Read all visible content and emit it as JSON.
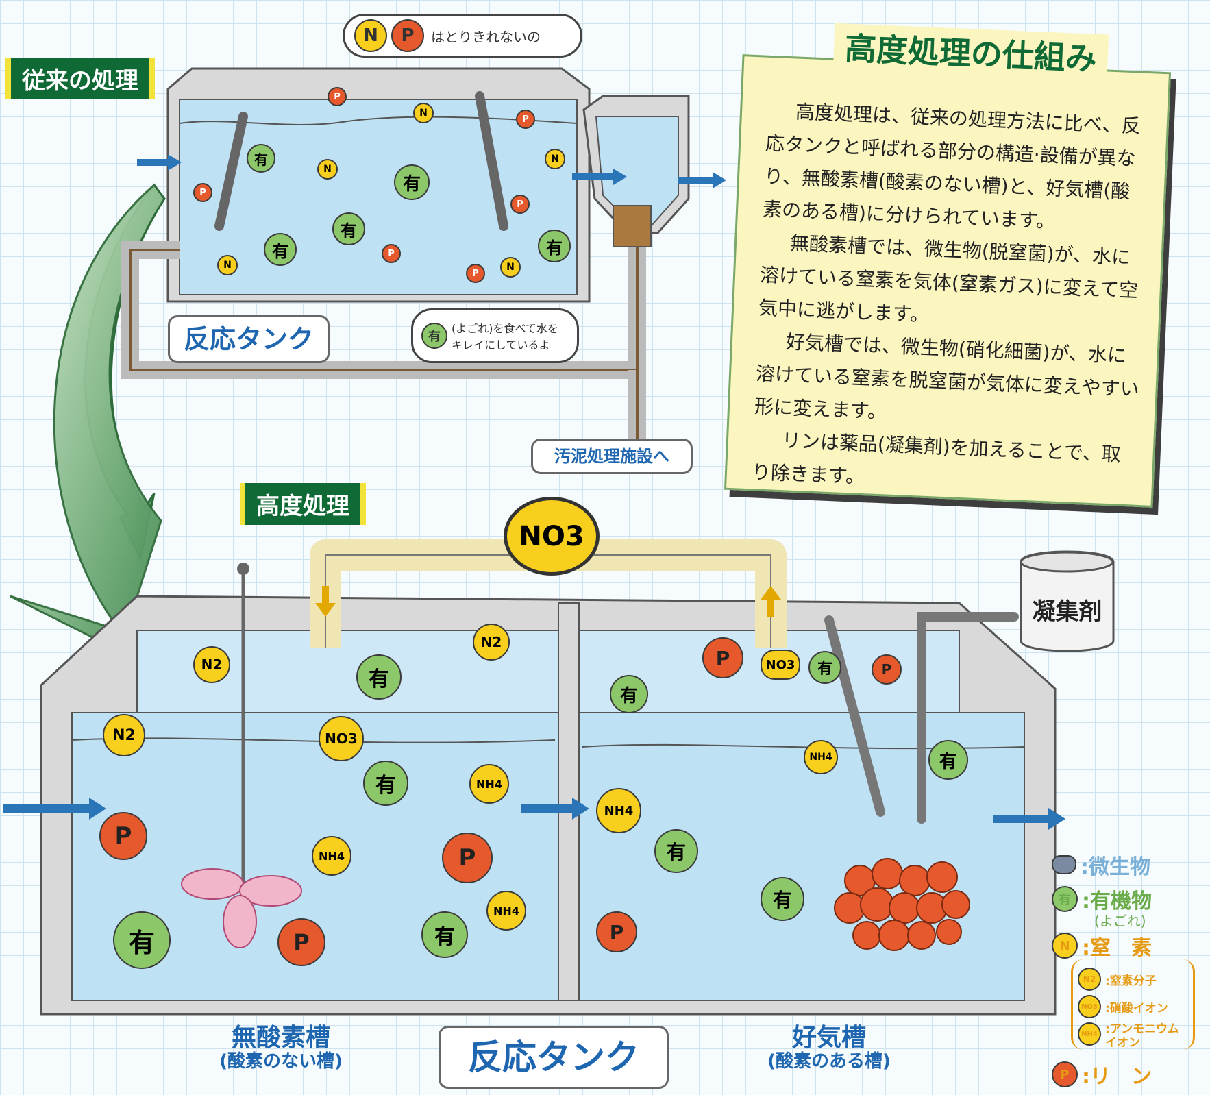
{
  "labels": {
    "traditional": "従来の処理",
    "advanced": "高度処理",
    "reaction_tank_top": "反応タンク",
    "reaction_tank_bottom": "反応タンク",
    "sludge": "汚泥処理施設へ",
    "anoxic": "無酸素槽",
    "anoxic_sub": "(酸素のない槽)",
    "aerobic": "好気槽",
    "aerobic_sub": "(酸素のある槽)",
    "coagulant": "凝集剤",
    "pipe_badge": "NO3"
  },
  "bubbles": {
    "np": "はとりきれないの",
    "eat": "(よごれ)を食べて水をキレイにしているよ"
  },
  "chips": {
    "n": "N",
    "p": "P",
    "yu": "有",
    "n2": "N2",
    "no3": "NO3",
    "nh4": "NH4"
  },
  "panel": {
    "title": "高度処理の仕組み",
    "p1": "高度処理は、従来の処理方法に比べ、反応タンクと呼ばれる部分の構造·設備が異なり、無酸素槽(酸素のない槽)と、好気槽(酸素のある槽)に分けられています。",
    "p2": "無酸素槽では、微生物(脱窒菌)が、水に溶けている窒素を気体(窒素ガス)に変えて空気中に逃がします。",
    "p3": "好気槽では、微生物(硝化細菌)が、水に溶けている窒素を脱窒菌が気体に変えやすい形に変えます。",
    "p4": "リンは薬品(凝集剤)を加えることで、取り除きます。"
  },
  "legend": {
    "microbe": ":微生物",
    "organic": ":有機物",
    "organic_sub": "(よごれ)",
    "nitrogen": ":窒　素",
    "n2": ":窒素分子",
    "no3": ":硝酸イオン",
    "nh4": ":アンモニウムイオン",
    "phosphorus": ":リ　ン"
  },
  "colors": {
    "green": "#0f6a35",
    "water": "#bfe1f4",
    "p_orange": "#e5592d",
    "n_yellow": "#f7cf1c",
    "yu_green": "#8cc76a",
    "blue_text": "#1f66b0"
  }
}
